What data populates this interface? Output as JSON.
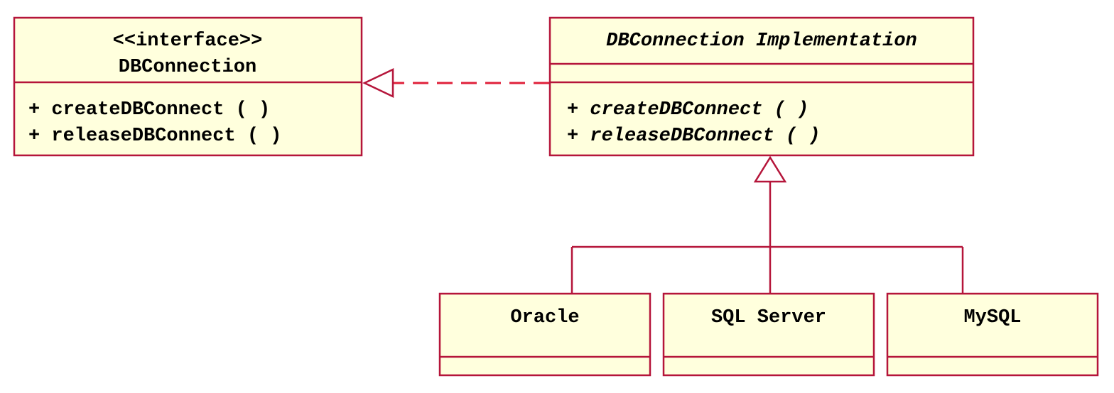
{
  "colors": {
    "fill": "#FFFFDD",
    "stroke": "#B5153A",
    "dashed": "#E0203A",
    "text": "#000000"
  },
  "interface": {
    "stereotype": "<<interface>>",
    "name": "DBConnection",
    "methods": [
      "+ createDBConnect ( )",
      "+ releaseDBConnect ( )"
    ]
  },
  "implementation": {
    "name": "DBConnection Implementation",
    "methods": [
      "+ createDBConnect ( )",
      "+ releaseDBConnect ( )"
    ]
  },
  "subclasses": [
    {
      "name": "Oracle"
    },
    {
      "name": "SQL Server"
    },
    {
      "name": "MySQL"
    }
  ]
}
